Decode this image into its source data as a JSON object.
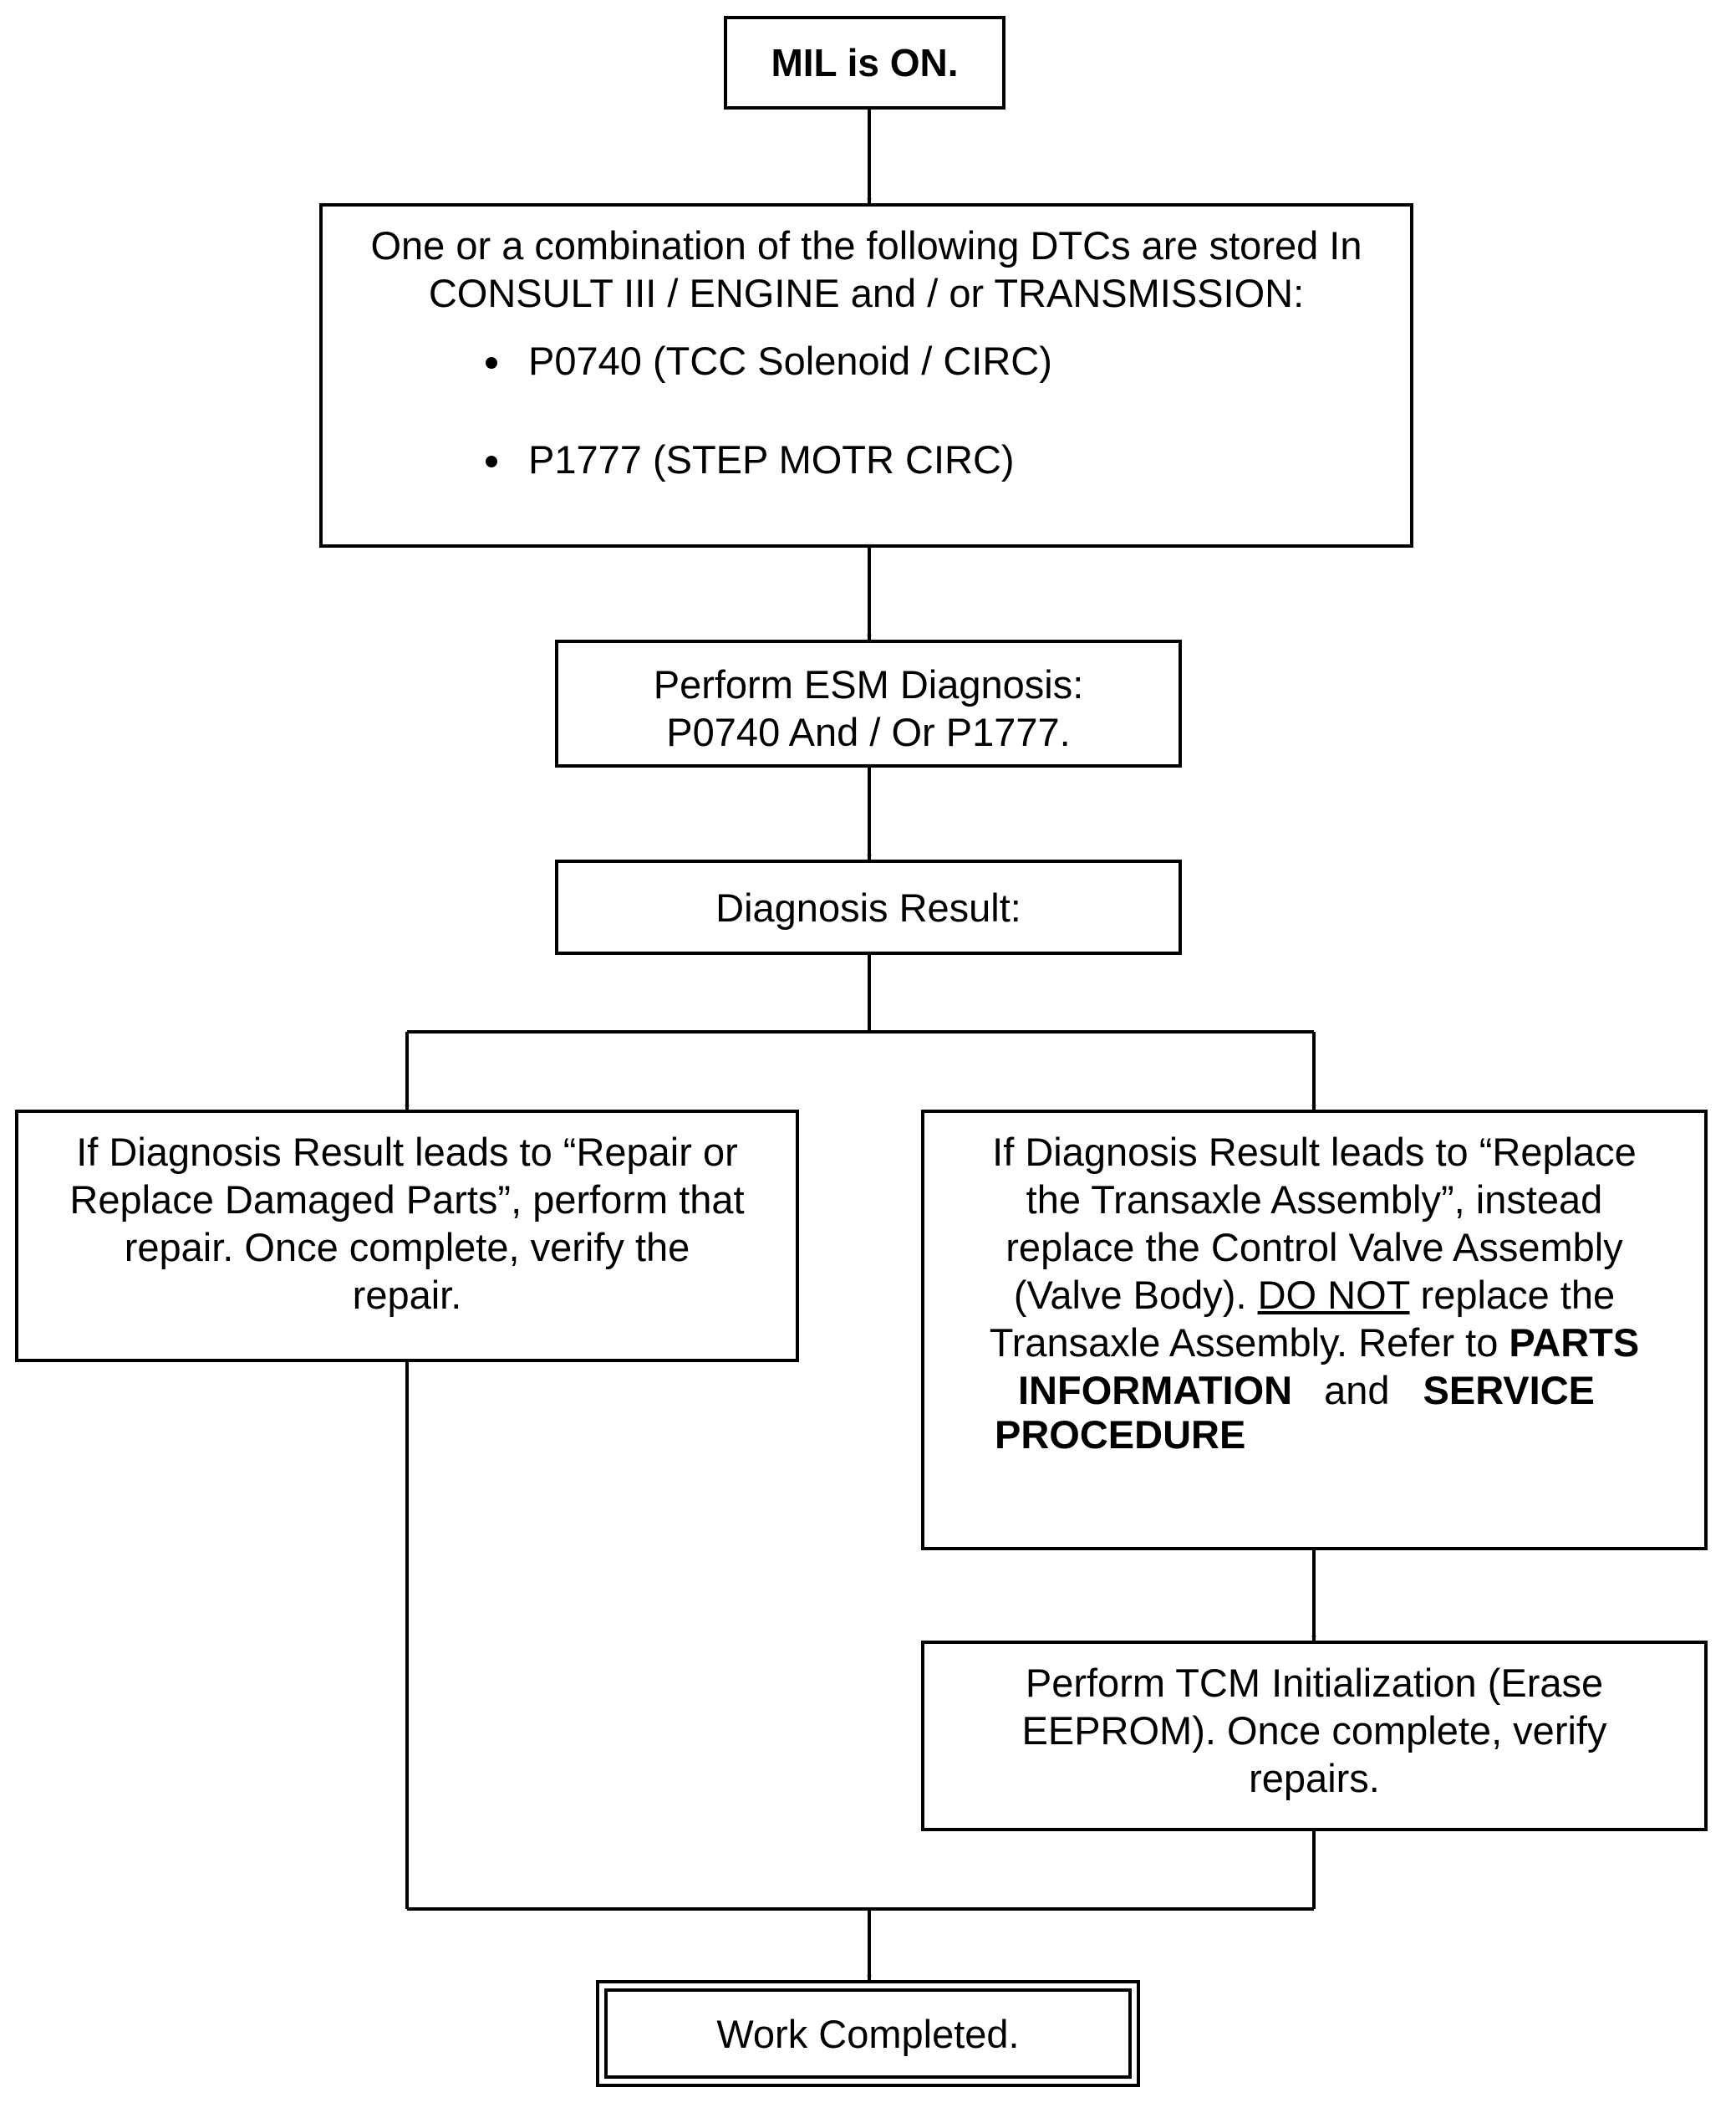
{
  "start": {
    "text": "MIL is ON."
  },
  "dtc_box": {
    "line1": "One or a combination of the following DTCs are stored In",
    "line2": "CONSULT III / ENGINE and / or TRANSMISSION:",
    "items": [
      "P0740 (TCC Solenoid / CIRC)",
      "P1777 (STEP MOTR CIRC)"
    ]
  },
  "esm_box": {
    "line1": "Perform ESM Diagnosis:",
    "line2": "P0740 And / Or P1777."
  },
  "result_box": {
    "text": "Diagnosis Result:"
  },
  "repair_box": {
    "lines": [
      "If Diagnosis Result leads to “Repair or",
      "Replace Damaged Parts”, perform that",
      "repair. Once complete, verify the",
      "repair."
    ]
  },
  "replace_box": {
    "line1": "If Diagnosis Result leads to “Replace",
    "line2": "the Transaxle Assembly”, instead",
    "line3": "replace the Control Valve Assembly",
    "line4_a": "(Valve Body). ",
    "line4_do_not": "DO NOT",
    "line4_b": " replace the",
    "line5_a": "Transaxle Assembly. Refer to ",
    "parts": "PARTS",
    "information": "INFORMATION",
    "and": "and",
    "service": "SERVICE",
    "procedure": "PROCEDURE"
  },
  "tcm_box": {
    "lines": [
      "Perform TCM Initialization (Erase",
      "EEPROM). Once complete, verify",
      "repairs."
    ]
  },
  "done_box": {
    "text": "Work Completed."
  }
}
